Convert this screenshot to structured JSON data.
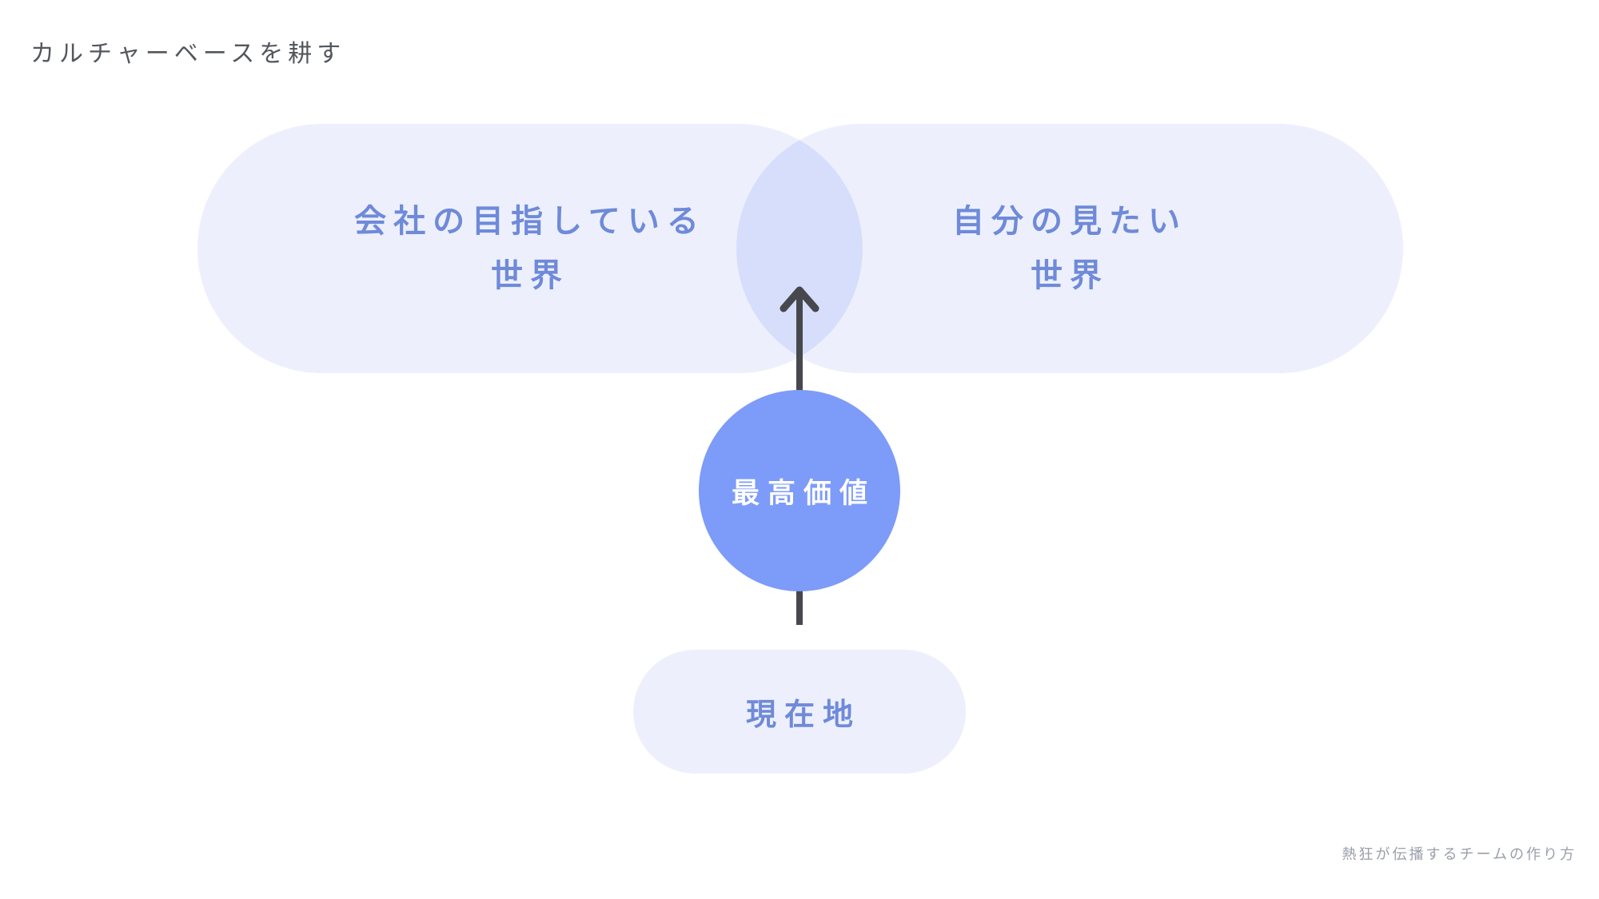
{
  "page": {
    "title": "カルチャーベースを耕す",
    "footer": "熱狂が伝播するチームの作り方"
  },
  "diagram": {
    "venn": {
      "left_pill": {
        "line1": "会社の目指している",
        "line2": "世界"
      },
      "right_pill": {
        "line1": "自分の見たい",
        "line2": "世界"
      }
    },
    "center_circle": {
      "label": "最高価値"
    },
    "bottom_pill": {
      "label": "現在地"
    },
    "arrow": {
      "direction": "up",
      "from": "現在地",
      "to": "venn-overlap"
    }
  },
  "colors": {
    "background": "#ffffff",
    "pill_fill": "#edf0fc",
    "venn_overlap_fill": "#d6defb",
    "circle_fill": "#7d9bf8",
    "pill_text": "#6f8ad9",
    "circle_text": "#ffffff",
    "arrow_stroke": "#46484d",
    "title_text": "#53575d",
    "footer_text": "#9aa0a9"
  }
}
